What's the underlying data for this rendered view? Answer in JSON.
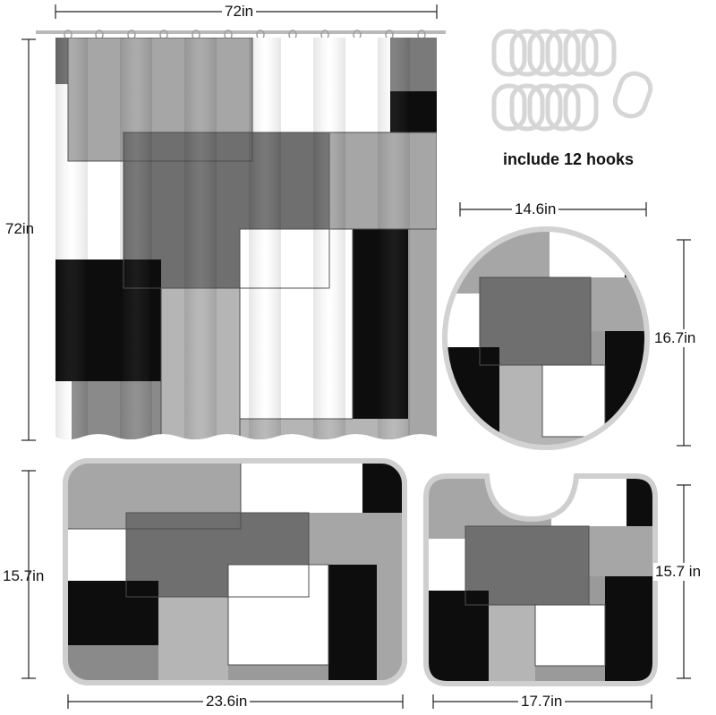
{
  "curtain": {
    "width_label": "72in",
    "height_label": "72in"
  },
  "hooks": {
    "caption": "include 12 hooks",
    "count": 12
  },
  "lid_cover": {
    "width_label": "14.6in",
    "height_label": "16.7in"
  },
  "bath_mat": {
    "width_label": "23.6in",
    "height_label": "15.7in"
  },
  "contour_mat": {
    "width_label": "17.7in",
    "height_label": "15.7 in"
  },
  "colors": {
    "black": "#0d0d0d",
    "dark_gray": "#6f6f6f",
    "mid_gray": "#9a9a9a",
    "light_gray": "#c4c4c4",
    "white": "#ffffff"
  }
}
